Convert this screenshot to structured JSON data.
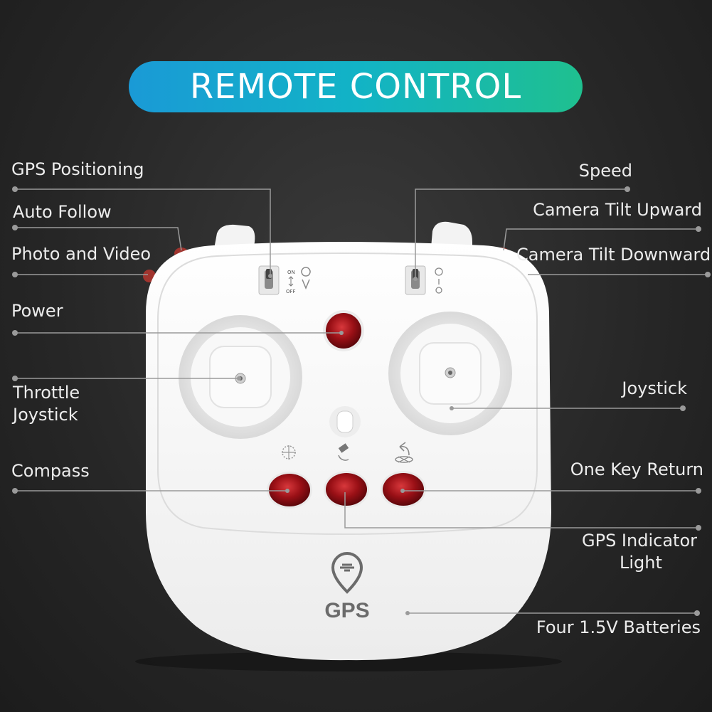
{
  "title": "REMOTE CONTROL",
  "switch_left_on": "ON",
  "switch_left_off": "OFF",
  "brand_text": "GPS",
  "labels": {
    "gps_positioning": "GPS Positioning",
    "auto_follow": "Auto Follow",
    "photo_video": "Photo and Video",
    "power": "Power",
    "throttle_joystick_line1": "Throttle",
    "throttle_joystick_line2": "Joystick",
    "compass": "Compass",
    "speed": "Speed",
    "camera_tilt_upward": "Camera Tilt Upward",
    "camera_tilt_downward": "Camera Tilt Downward",
    "joystick": "Joystick",
    "one_key_return": "One Key Return",
    "gps_indicator_line1": "GPS Indicator",
    "gps_indicator_line2": "Light",
    "batteries": "Four 1.5V Batteries"
  },
  "colors": {
    "line": "#9a9a9a",
    "controller_body": "#f4f4f4",
    "button_red": "#8e0d12",
    "text": "#ececec"
  }
}
